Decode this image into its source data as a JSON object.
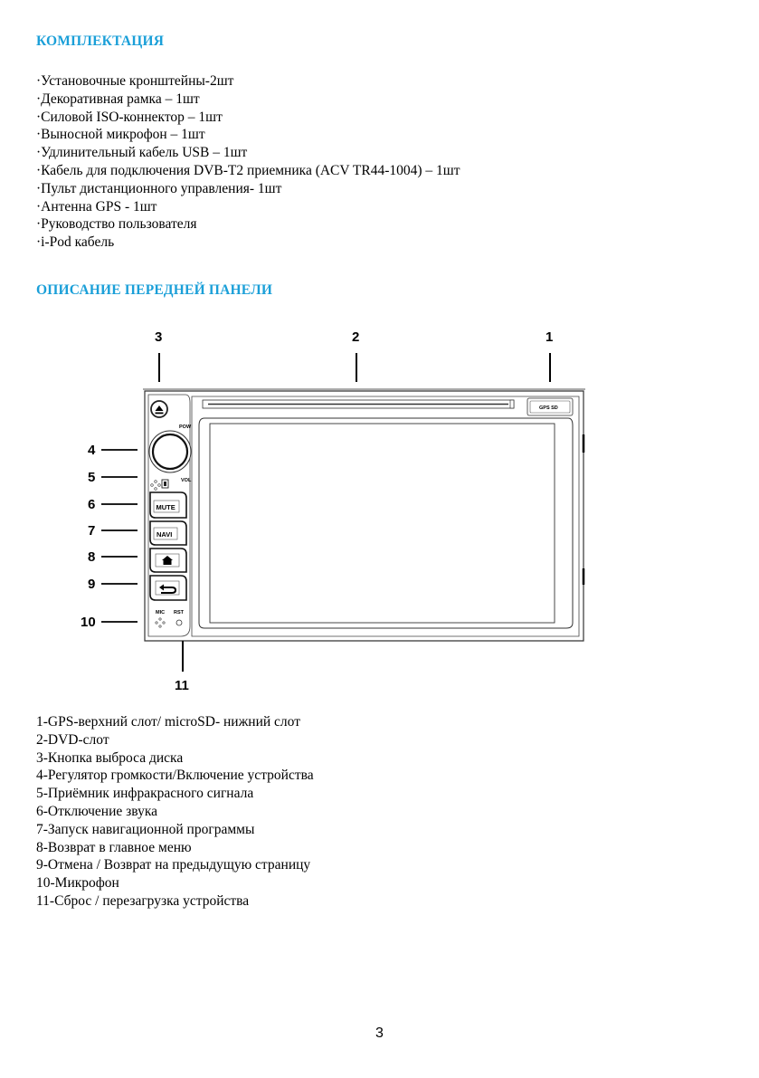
{
  "section1": {
    "title": "КОМПЛЕКТАЦИЯ",
    "items": [
      "·Установочные кронштейны-2шт",
      "·Декоративная рамка – 1шт",
      "·Силовой ISO-коннектор – 1шт",
      "·Выносной микрофон – 1шт",
      "·Удлинительный кабель USB – 1шт",
      "·Кабель для подключения DVB-T2 приемника (ACV TR44-1004) – 1шт",
      "·Пульт дистанционного управления- 1шт",
      "·Антенна GPS  - 1шт",
      "·Руководство пользователя",
      "·i-Pod  кабель"
    ]
  },
  "section2": {
    "title": "ОПИСАНИЕ ПЕРЕДНЕЙ ПАНЕЛИ"
  },
  "diagram": {
    "callouts": {
      "c1": "1",
      "c2": "2",
      "c3": "3",
      "c4": "4",
      "c5": "5",
      "c6": "6",
      "c7": "7",
      "c8": "8",
      "c9": "9",
      "c10": "10",
      "c11": "11"
    },
    "labels": {
      "gps_sd": "GPS  SD",
      "pow": "POW",
      "vol": "VOL",
      "mute": "MUTE",
      "navi": "NAVI",
      "mic": "MIC",
      "rst": "RST"
    },
    "icons": {
      "eject": "eject-icon",
      "home": "home-icon",
      "back": "back-arrow-icon"
    }
  },
  "descriptions": [
    "1-GPS-верхний слот/ microSD- нижний слот",
    "2-DVD-слот",
    "3-Кнопка выброса диска",
    "4-Регулятор громкости/Включение устройства",
    "5-Приёмник инфракрасного сигнала",
    "6-Отключение звука",
    "7-Запуск навигационной программы",
    "8-Возврат в главное меню",
    "9-Отмена / Возврат на предыдущую страницу",
    "10-Микрофон",
    "11-Сброс / перезагрузка устройства"
  ],
  "page_number": "3"
}
